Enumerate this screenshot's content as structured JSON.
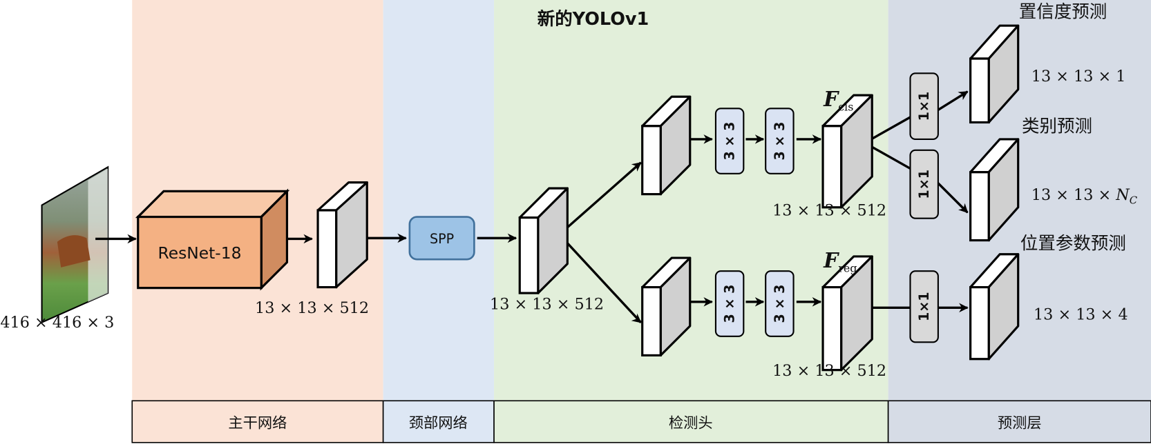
{
  "title": "新的YOLOv1",
  "colors": {
    "backbone_bg": "#fbe3d6",
    "neck_bg": "#dde7f4",
    "head_bg": "#e2efda",
    "pred_bg": "#d6dce6",
    "resnet_fill": "#f4b183",
    "spp_fill": "#9dc3e6",
    "conv3_fill": "#dae3f3",
    "conv1_fill": "#d9d9d9"
  },
  "input": {
    "image": "horse-jumping-photo",
    "shape": "416 × 416 × 3"
  },
  "backbone": {
    "label": "ResNet-18",
    "output_shape": "13 × 13 × 512"
  },
  "neck": {
    "label": "SPP",
    "output_shape": "13 × 13 × 512"
  },
  "head": {
    "cls_branch": {
      "conv1": "3 × 3",
      "conv2": "3 × 3",
      "feature": "F",
      "feature_sub": "cls",
      "output_shape": "13 × 13 × 512"
    },
    "reg_branch": {
      "conv1": "3 × 3",
      "conv2": "3 × 3",
      "feature": "F",
      "feature_sub": "reg",
      "output_shape": "13 × 13 × 512"
    }
  },
  "predictions": {
    "conf": {
      "title": "置信度预测",
      "conv": "1×1",
      "shape": "13 × 13 × 1"
    },
    "cls": {
      "title": "类别预测",
      "conv": "1×1",
      "shape_prefix": "13 × 13 × ",
      "shape_var": "N",
      "shape_sub": "C"
    },
    "reg": {
      "title": "位置参数预测",
      "conv": "1×1",
      "shape": "13 × 13 × 4"
    }
  },
  "sections": [
    "主干网络",
    "颈部网络",
    "检测头",
    "预测层"
  ]
}
